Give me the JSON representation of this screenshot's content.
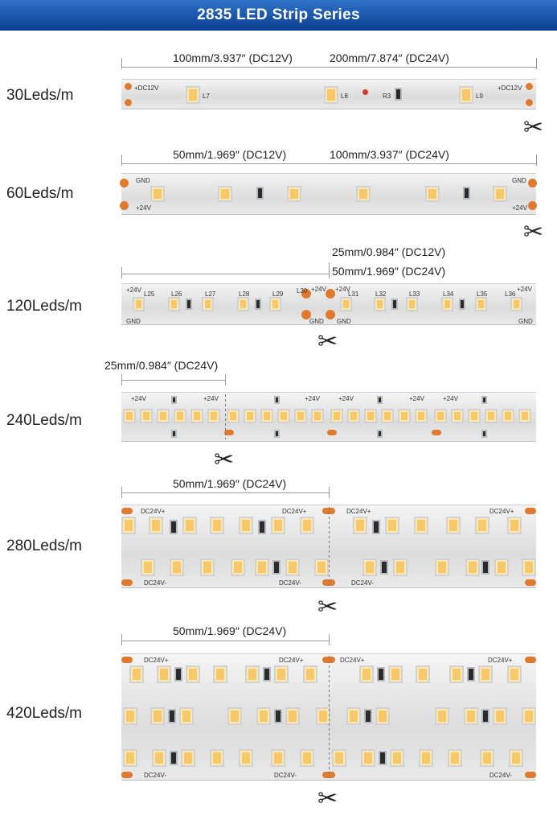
{
  "title": "2835 LED Strip Series",
  "icons": {
    "cut": "scissors-icon"
  },
  "colors": {
    "banner": "#1a56b3",
    "pad": "#e07a2e",
    "led": "#f7c86a"
  },
  "rows": [
    {
      "label": "30Leds/m",
      "dims": [
        "100mm/3.937″ (DC12V)",
        "200mm/7.874″ (DC24V)"
      ],
      "silk": [
        "+DC12V",
        "L7",
        "L8",
        "R3",
        "L9",
        "+DC12V"
      ]
    },
    {
      "label": "60Leds/m",
      "dims": [
        "50mm/1.969″ (DC12V)",
        "100mm/3.937″ (DC24V)"
      ],
      "silk": [
        "GND",
        "+24V",
        "GND",
        "+24V"
      ]
    },
    {
      "label": "120Leds/m",
      "dims": [
        "25mm/0.984″ (DC12V)",
        "50mm/1.969″ (DC24V)"
      ],
      "silk": [
        "+24V",
        "L25",
        "L26",
        "L27",
        "L28",
        "L29",
        "L30",
        "+24V",
        "+24V",
        "L31",
        "L32",
        "L33",
        "L34",
        "L35",
        "L36",
        "+24V",
        "GND",
        "GND",
        "GND",
        "GND"
      ]
    },
    {
      "label": "240Leds/m",
      "dims": [
        "25mm/0.984″ (DC24V)"
      ],
      "silk": [
        "+24V",
        "+24V",
        "+24V",
        "+24V",
        "+24V",
        "+24V"
      ]
    },
    {
      "label": "280Leds/m",
      "dims": [
        "50mm/1.969″ (DC24V)"
      ],
      "silk": [
        "DC24V+",
        "DC24V+",
        "DC24V+",
        "DC24V+",
        "DC24V-",
        "DC24V-",
        "DC24V-"
      ]
    },
    {
      "label": "420Leds/m",
      "dims": [
        "50mm/1.969″ (DC24V)"
      ],
      "silk": [
        "DC24V+",
        "DC24V+",
        "DC24V+",
        "DC24V+",
        "DC24V-",
        "DC24V-",
        "DC24V-"
      ]
    }
  ]
}
